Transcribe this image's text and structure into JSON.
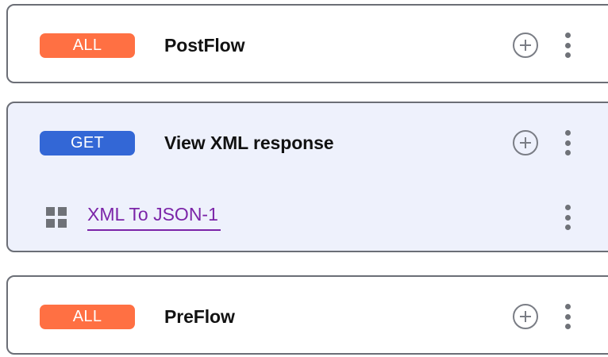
{
  "cards": [
    {
      "id": "postflow",
      "selected": false,
      "method": "ALL",
      "method_color": "#ff7043",
      "title": "PostFlow",
      "add_icon": "plus-circle-icon",
      "menu_icon": "kebab-menu-icon",
      "children": []
    },
    {
      "id": "viewxml",
      "selected": true,
      "method": "GET",
      "method_color": "#3367d6",
      "title": "View XML response",
      "add_icon": "plus-circle-icon",
      "menu_icon": "kebab-menu-icon",
      "children": [
        {
          "id": "xml-to-json-1",
          "icon": "grid-policy-icon",
          "label": "XML To JSON-1",
          "link_color": "#7b24a8",
          "menu_icon": "kebab-menu-icon"
        }
      ]
    },
    {
      "id": "preflow",
      "selected": false,
      "method": "ALL",
      "method_color": "#ff7043",
      "title": "PreFlow",
      "add_icon": "plus-circle-icon",
      "menu_icon": "kebab-menu-icon",
      "children": []
    }
  ],
  "theme": {
    "card_border": "#6b6e76",
    "card_background": "#ffffff",
    "selected_background": "#eef1fc",
    "icon_gray": "#6f7278",
    "title_color": "#121212"
  }
}
